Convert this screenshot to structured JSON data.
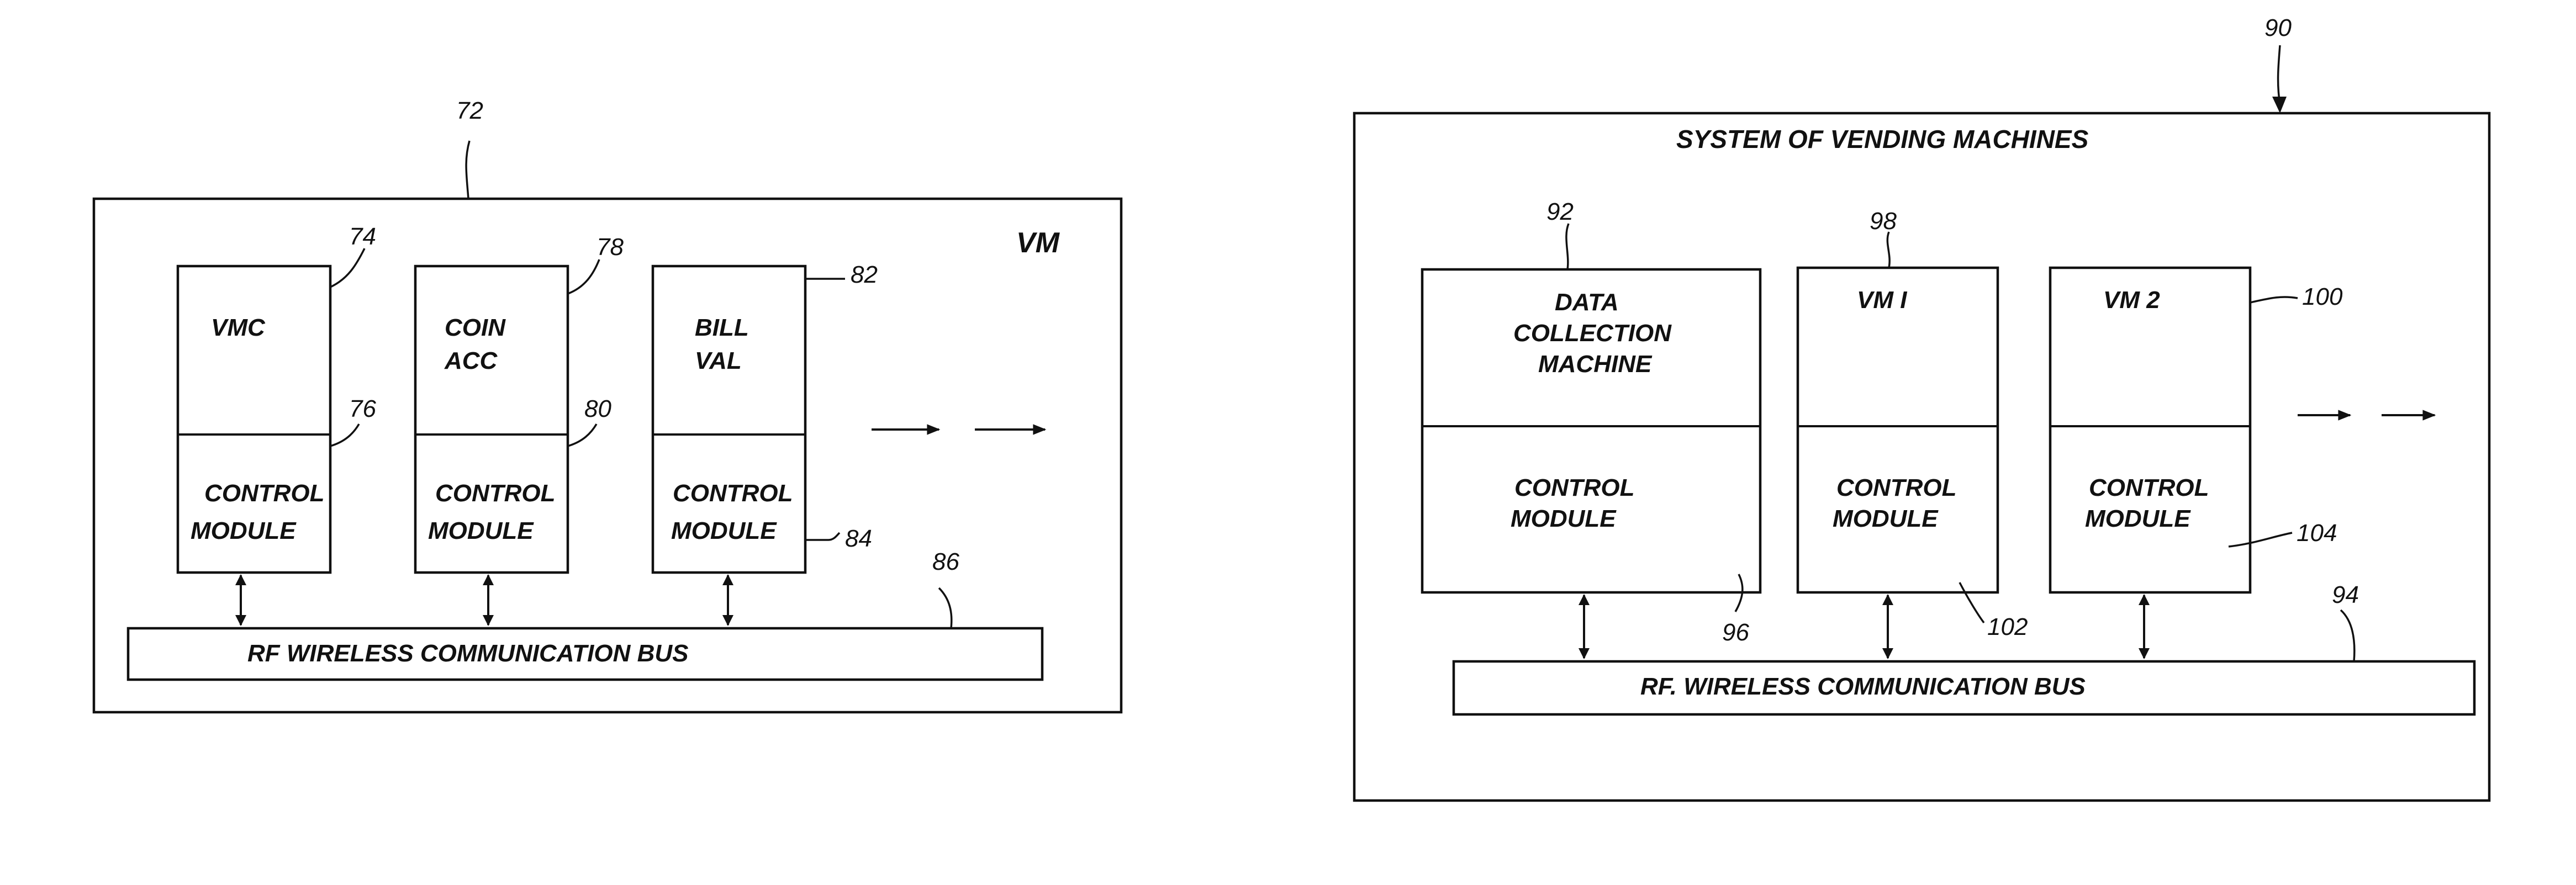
{
  "left_figure": {
    "ref": "72",
    "tag": "VM",
    "modules": [
      {
        "top_line1": "VMC",
        "top_line2": "",
        "ref_top": "74",
        "ref_bottom": "76",
        "bottom_line1": "CONTROL",
        "bottom_line2": "MODULE"
      },
      {
        "top_line1": "COIN",
        "top_line2": "ACC",
        "ref_top": "78",
        "ref_bottom": "80",
        "bottom_line1": "CONTROL",
        "bottom_line2": "MODULE"
      },
      {
        "top_line1": "BILL",
        "top_line2": "VAL",
        "ref_top": "82",
        "ref_bottom": "84",
        "bottom_line1": "CONTROL",
        "bottom_line2": "MODULE"
      }
    ],
    "bus_label": "RF WIRELESS COMMUNICATION BUS",
    "bus_ref": "86"
  },
  "right_figure": {
    "ref": "90",
    "title": "SYSTEM OF VENDING MACHINES",
    "machines": [
      {
        "top_line1": "DATA",
        "top_line2": "COLLECTION",
        "top_line3": "MACHINE",
        "ref_top": "92",
        "ref_bottom": "96",
        "bottom_line1": "CONTROL",
        "bottom_line2": "MODULE"
      },
      {
        "top_line1": "VM I",
        "top_line2": "",
        "top_line3": "",
        "ref_top": "98",
        "ref_bottom": "102",
        "bottom_line1": "CONTROL",
        "bottom_line2": "MODULE"
      },
      {
        "top_line1": "VM 2",
        "top_line2": "",
        "top_line3": "",
        "ref_top": "100",
        "ref_bottom": "104",
        "bottom_line1": "CONTROL",
        "bottom_line2": "MODULE"
      }
    ],
    "bus_label": "RF. WIRELESS COMMUNICATION BUS",
    "bus_ref": "94"
  }
}
